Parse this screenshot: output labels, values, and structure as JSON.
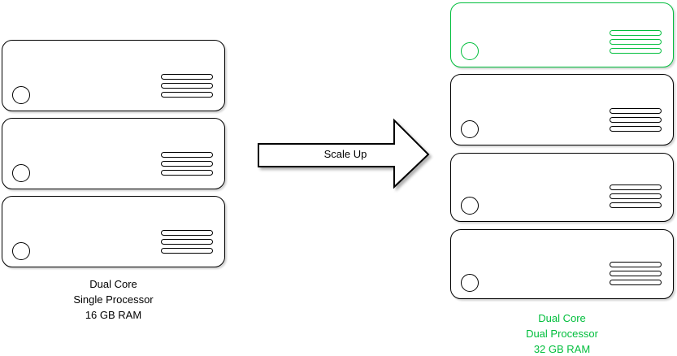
{
  "arrow": {
    "label": "Scale Up"
  },
  "before_cluster": {
    "server_count": 3,
    "caption_lines": [
      "Dual Core",
      "Single Processor",
      "16 GB RAM"
    ]
  },
  "after_cluster": {
    "server_count": 4,
    "highlighted_server_index": 0,
    "caption_lines": [
      "Dual Core",
      "Dual Processor",
      "32 GB RAM"
    ]
  },
  "colors": {
    "highlight_green": "#00BE3C",
    "outline_black": "#000000",
    "background": "#FFFFFF"
  }
}
